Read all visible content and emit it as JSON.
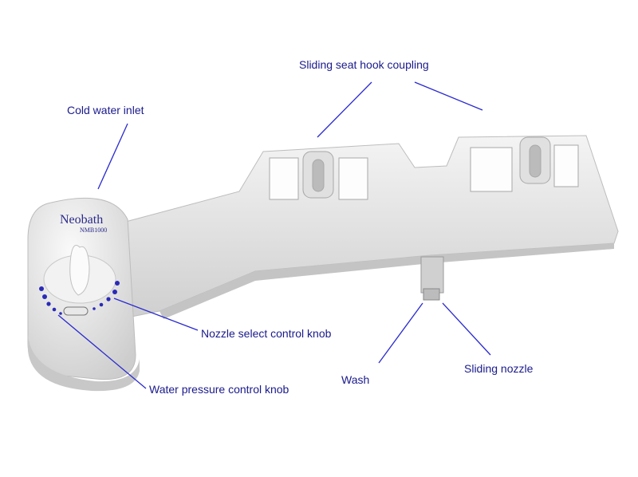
{
  "product": {
    "brand": "Neobath",
    "model": "NMB1000"
  },
  "labels": {
    "cold_water_inlet": "Cold water inlet",
    "sliding_seat_hook": "Sliding seat hook coupling",
    "nozzle_select": "Nozzle select control knob",
    "water_pressure": "Water pressure control knob",
    "wash": "Wash",
    "sliding_nozzle": "Sliding nozzle"
  },
  "colors": {
    "label_text": "#1a1a8c",
    "leader_line": "#2a2ad0",
    "body": "#e6e6e6"
  }
}
